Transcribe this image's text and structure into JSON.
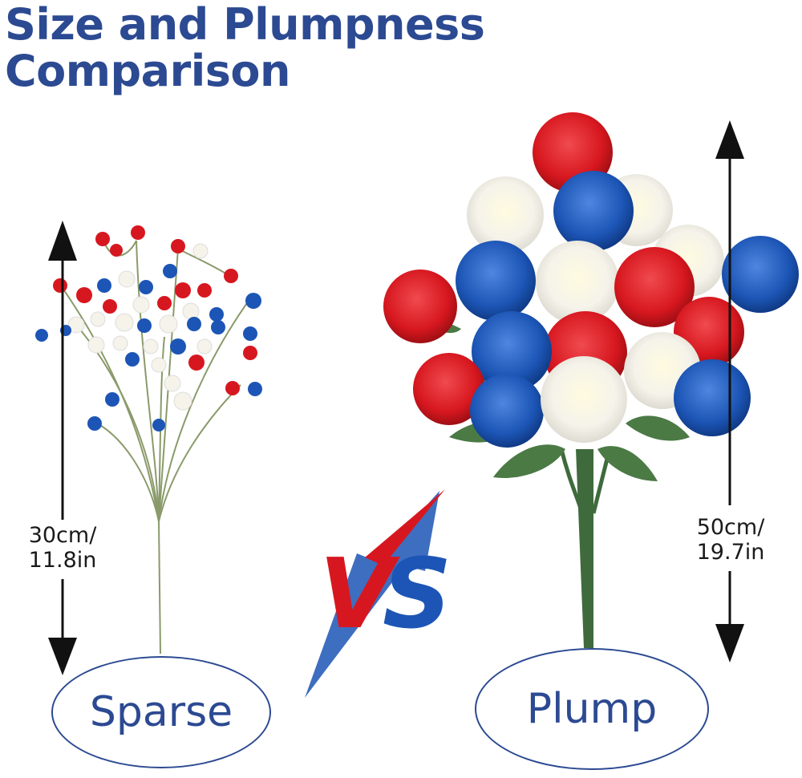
{
  "title": {
    "line1": "Size and Plumpness",
    "line2": "Comparison"
  },
  "left": {
    "height_cm": "30cm/",
    "height_in": "11.8in",
    "label": "Sparse"
  },
  "right": {
    "height_cm": "50cm/",
    "height_in": "19.7in",
    "label": "Plump"
  },
  "versus": "VS",
  "colors": {
    "title": "#2c4a92",
    "red": "#d7171f",
    "blue": "#1c55b5",
    "white": "#f5f3ea",
    "stem": "#3f6b3c"
  }
}
